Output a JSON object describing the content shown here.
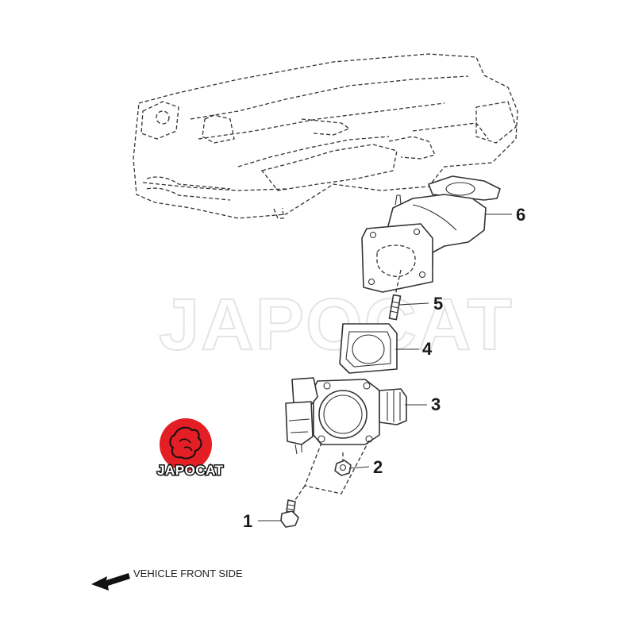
{
  "watermark": "JAPOCAT",
  "logo": {
    "text": "JAPOCAT",
    "color": "#e31e24"
  },
  "callouts": {
    "c1": "1",
    "c2": "2",
    "c3": "3",
    "c4": "4",
    "c5": "5",
    "c6": "6"
  },
  "direction": {
    "label": "VEHICLE FRONT SIDE",
    "icon": "arrow-left-icon"
  }
}
